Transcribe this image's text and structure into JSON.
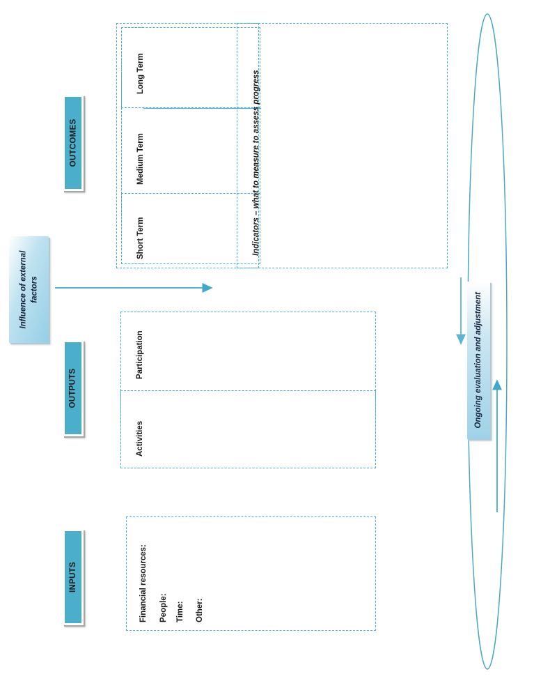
{
  "page": {
    "title": "Logic Model Template",
    "orientation": "rotated-90-ccw",
    "background": "#ffffff"
  },
  "colors": {
    "chip_fill": "#4BAFCB",
    "dashed_border": "#45AEDB",
    "arrow": "#3FA9C9",
    "ellipse_stroke": "#4BA8C4",
    "gradient_from": "#9FD3E8",
    "gradient_to": "#FFFFFF",
    "text": "#1A1A1A"
  },
  "columns": [
    {
      "id": "inputs",
      "chip_label": "INPUTS",
      "fields": [
        "Financial resources:",
        "People:",
        "Time:",
        "Other:"
      ]
    },
    {
      "id": "outputs",
      "chip_label": "OUTPUTS",
      "sections": [
        {
          "label": "Activities"
        },
        {
          "label": "Participation"
        }
      ]
    },
    {
      "id": "outcomes",
      "chip_label": "OUTCOMES",
      "sections": [
        {
          "label": "Short Term"
        },
        {
          "label": "Medium Term"
        },
        {
          "label": "Long Term"
        }
      ],
      "indicators_label": "Indicators – what to measure to assess progress"
    }
  ],
  "side_boxes": [
    {
      "id": "external-factors",
      "line1": "Influence of external",
      "line2": "factors",
      "full": "Influence of external factors"
    },
    {
      "id": "ongoing-evaluation",
      "full": "Ongoing evaluation and adjustment"
    }
  ],
  "annotations": {
    "external_arrow": "arrow-right",
    "feedback_arrow_down": "arrow-down",
    "feedback_arrow_up": "arrow-up",
    "loop": "ellipse-feedback-loop"
  }
}
